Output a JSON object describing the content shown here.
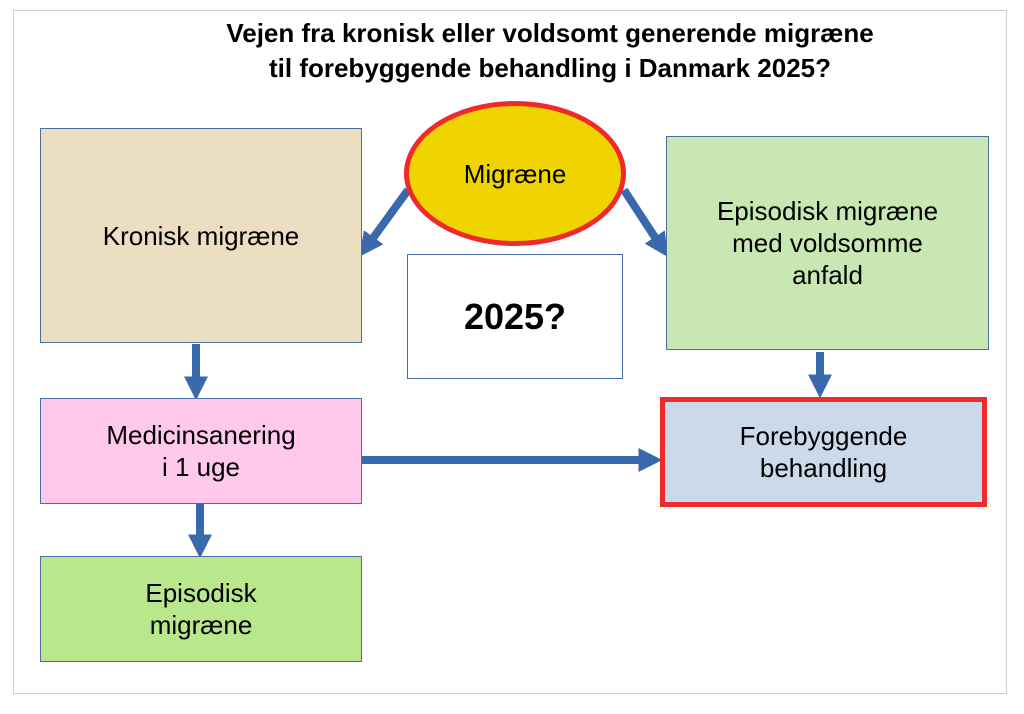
{
  "title": {
    "line1": "Vejen fra kronisk eller voldsomt generende migræne",
    "line2": "til forebyggende behandling i Danmark 2025?"
  },
  "nodes": {
    "migraene": "Migræne",
    "kronisk": "Kronisk migræne",
    "question": "2025?",
    "episodisk_voldsom": [
      "Episodisk migræne",
      "med voldsomme",
      "anfald"
    ],
    "medicin": [
      "Medicinsanering",
      "i 1 uge"
    ],
    "forebyg": [
      "Forebyggende",
      "behandling"
    ],
    "episodisk": [
      "Episodisk",
      "migræne"
    ]
  },
  "colors": {
    "arrow": "#3a68ad",
    "highlight_border": "#ee2a2a",
    "box_border": "#4a6fa5"
  }
}
